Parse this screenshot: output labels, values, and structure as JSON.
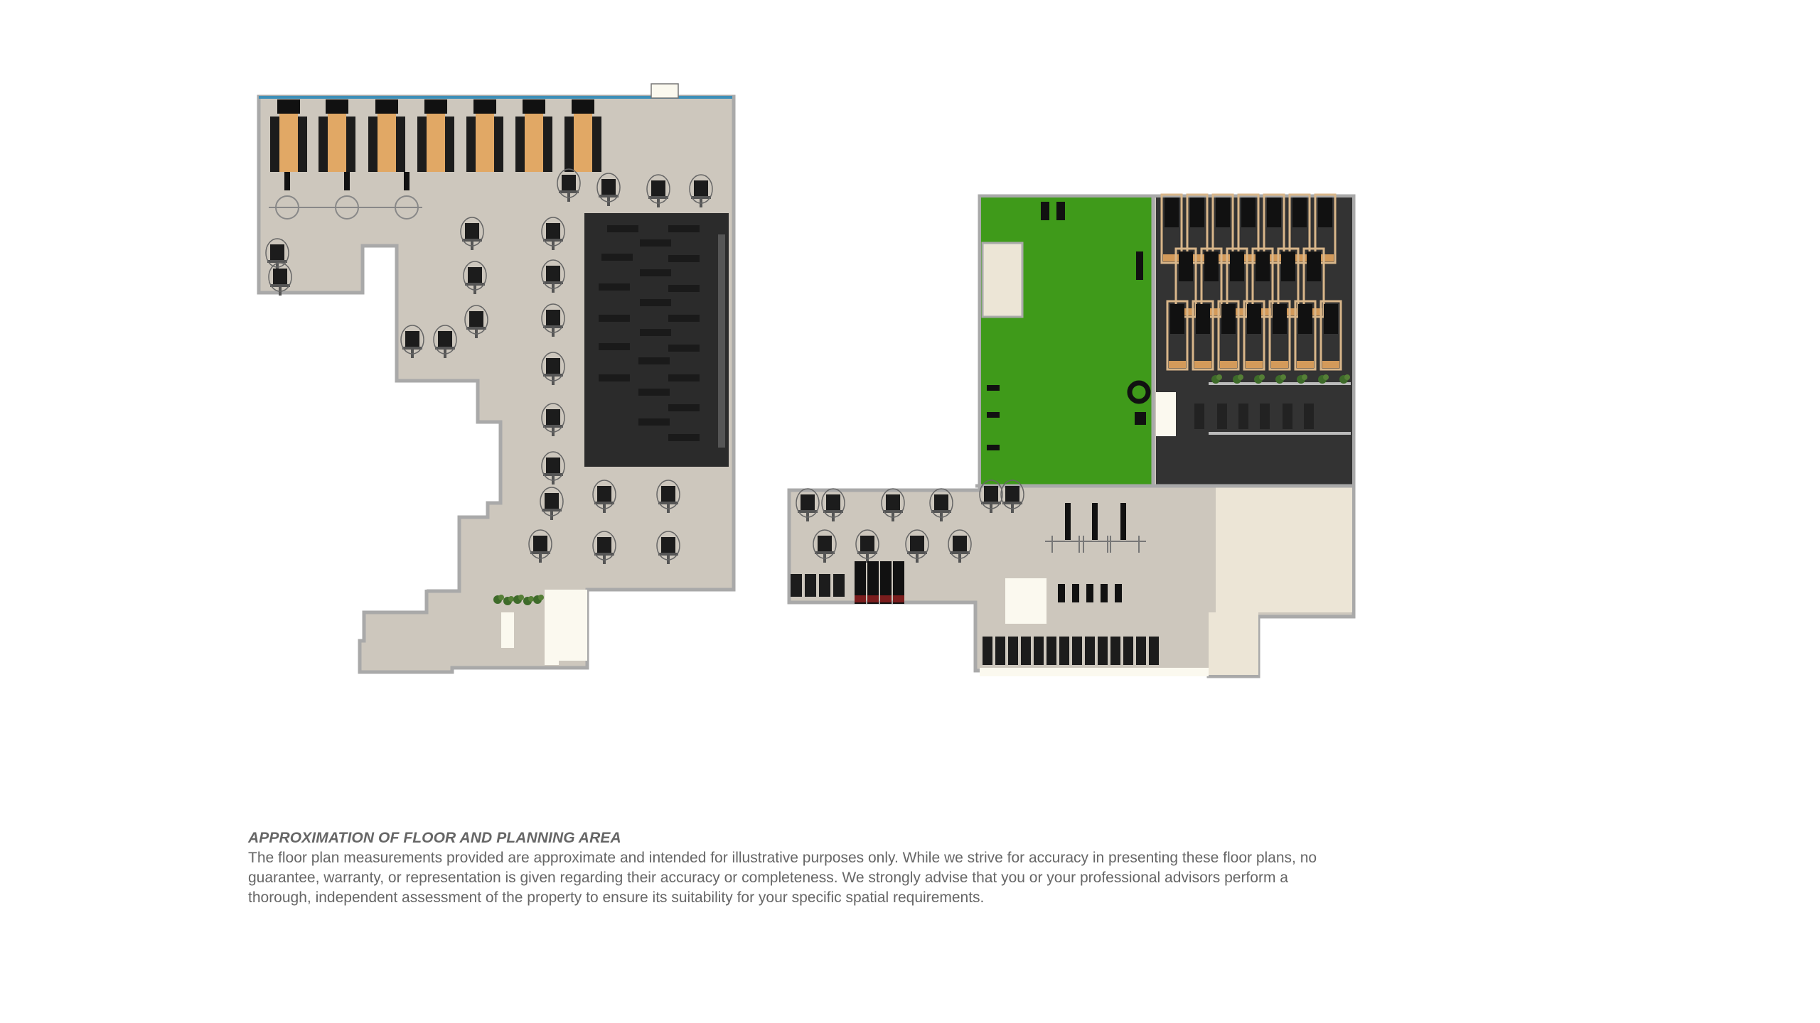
{
  "colors": {
    "page_bg": "#ffffff",
    "floor": "#cdc7bd",
    "wall": "#a9a9a9",
    "window_blue": "#3d8fb8",
    "rubber_floor": "#2b2b2b",
    "turf": "#3f9a1a",
    "studio_floor": "#333333",
    "stone": "#ece5d6",
    "equipment": "#1c1c1c",
    "wood": "#e1a865",
    "fixture": "#fbf9ef",
    "text": "#666666"
  },
  "floor_plans": [
    {
      "name": "left-floor-plan",
      "zones": [
        "cardio-row",
        "strength-area",
        "free-weight-area",
        "entrance-corridor"
      ]
    },
    {
      "name": "right-floor-plan",
      "zones": [
        "turf-area",
        "studio-area",
        "strength-area",
        "cardio-row",
        "lounge-area"
      ]
    }
  ],
  "disclaimer": {
    "title": "APPROXIMATION OF FLOOR AND PLANNING AREA",
    "lines": [
      "The floor plan measurements provided are approximate and intended for illustrative purposes only. While we strive for accuracy in presenting these floor plans, no",
      "guarantee, warranty, or representation is given regarding their accuracy or completeness. We strongly advise that you or your professional advisors perform a",
      "thorough, independent assessment of the property to ensure its suitability for your specific spatial requirements."
    ]
  }
}
